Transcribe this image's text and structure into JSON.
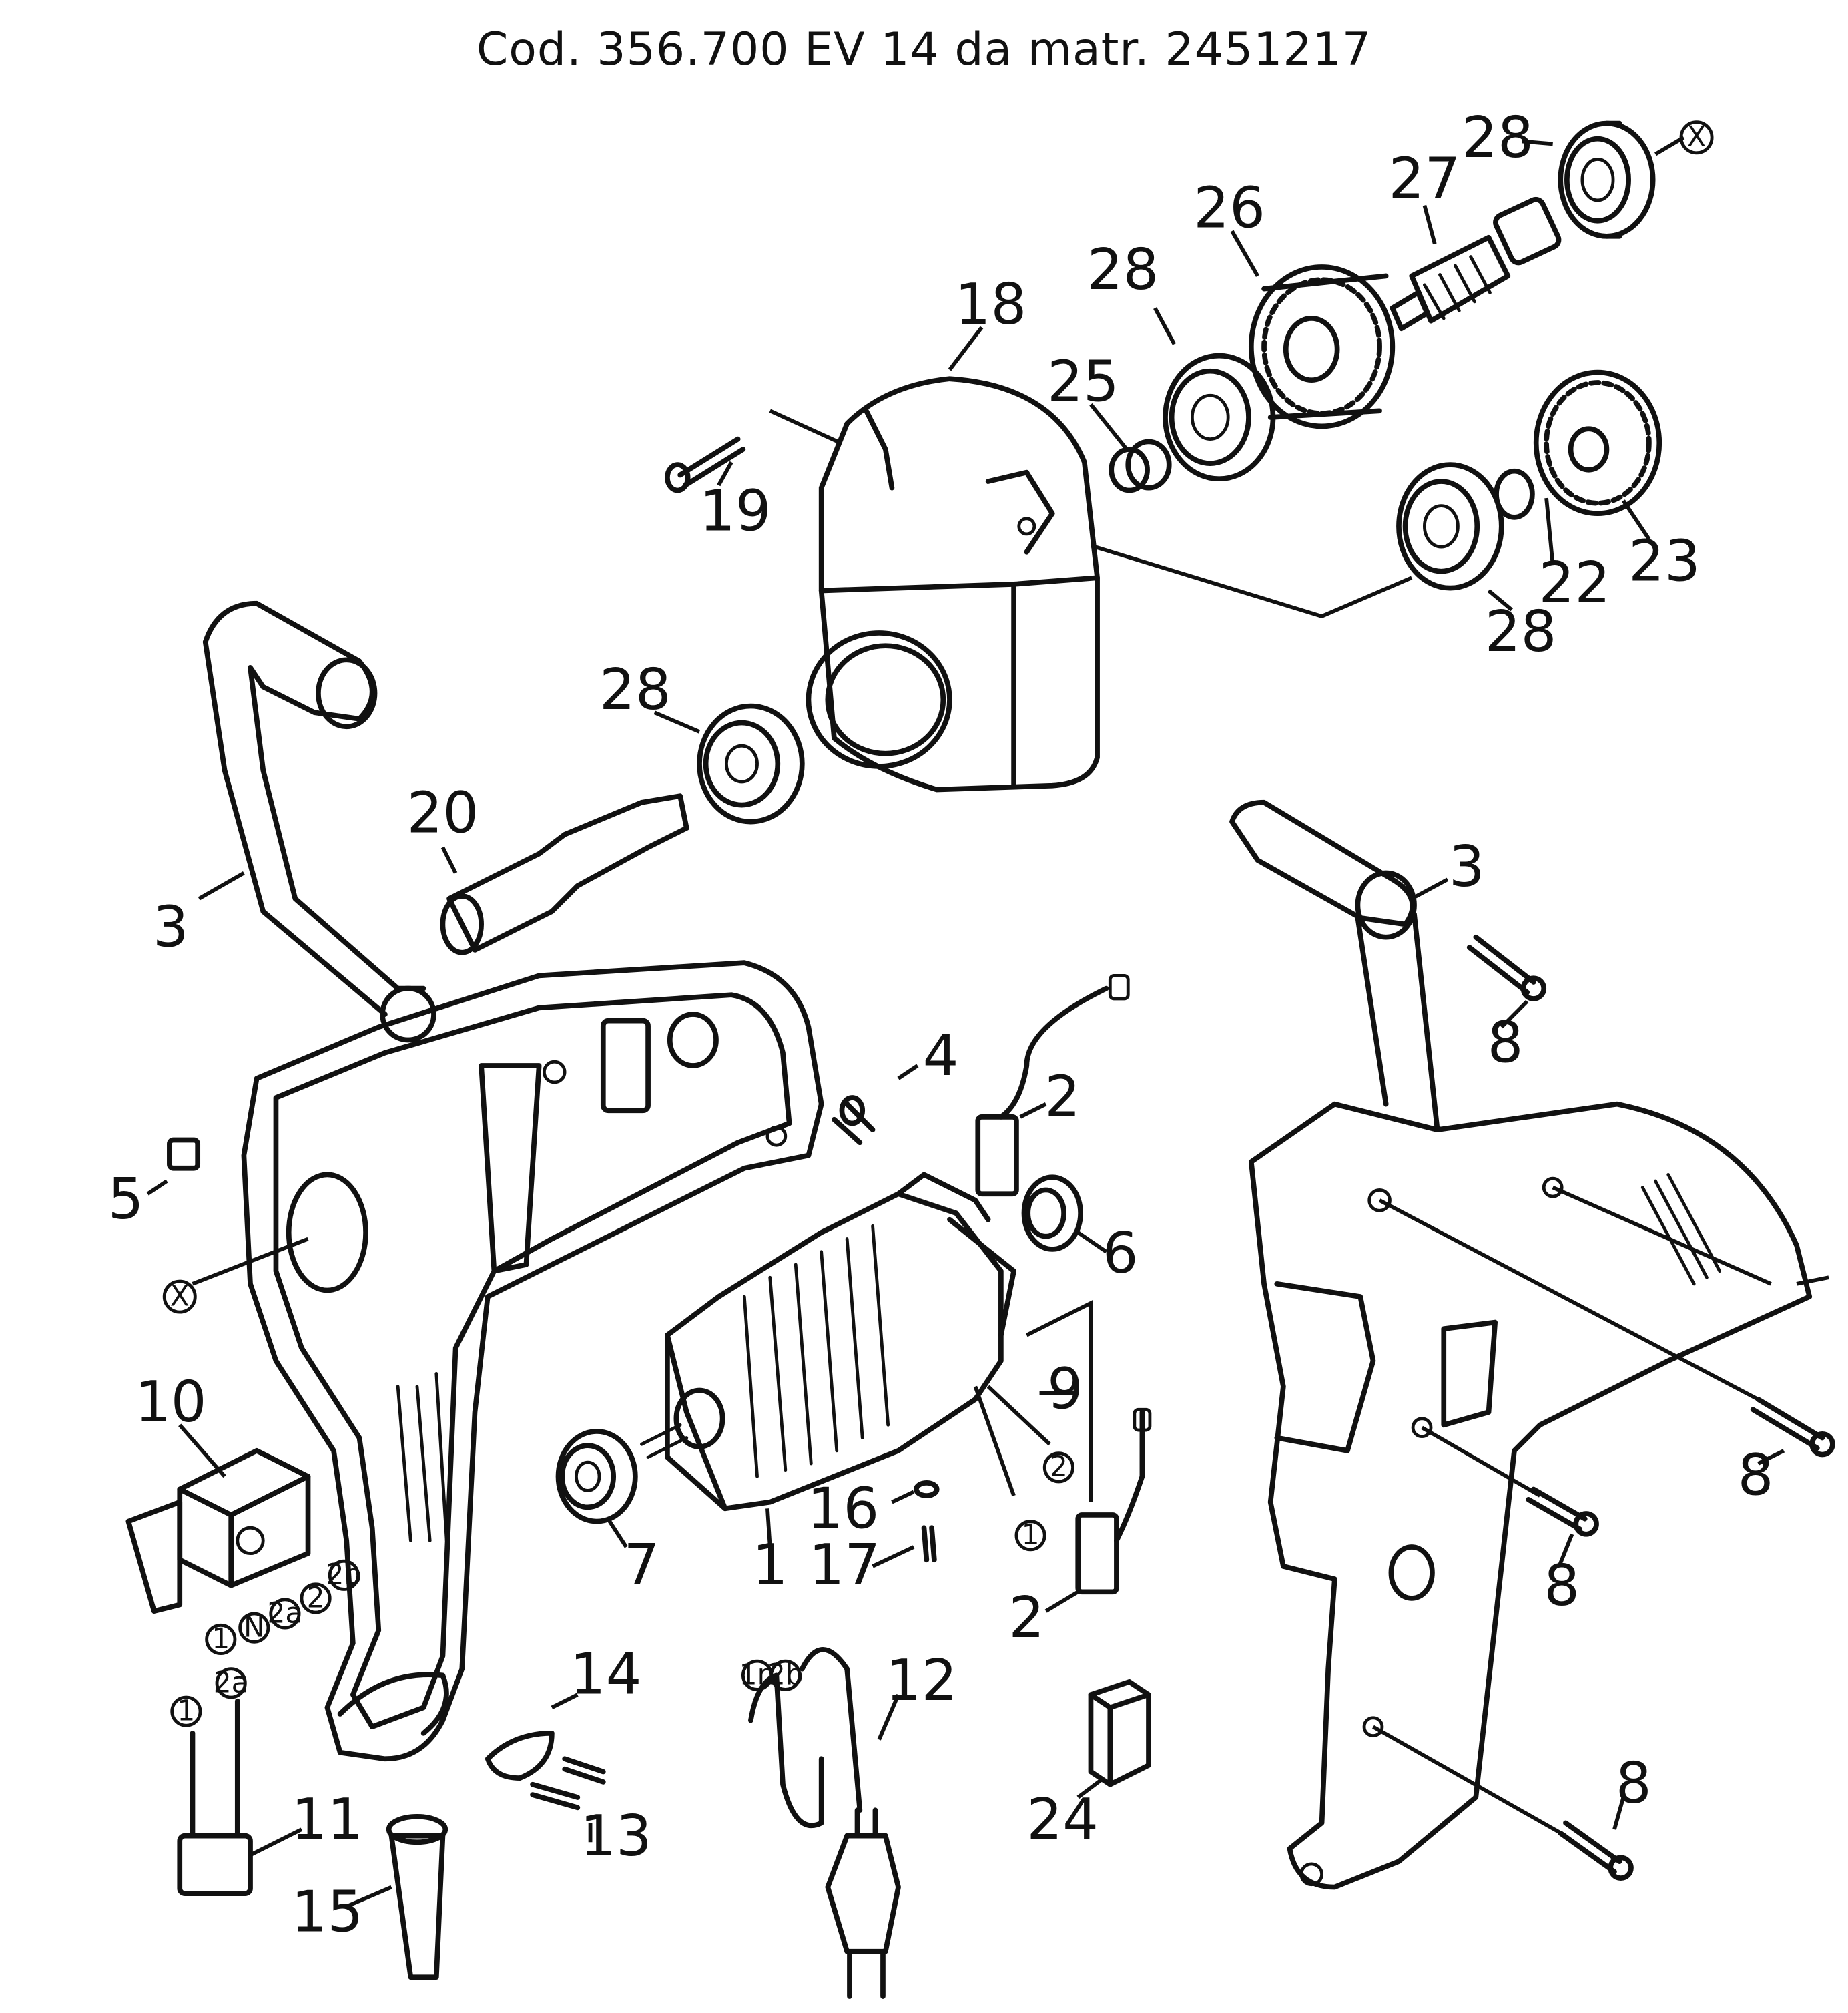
{
  "title": "Cod. 356.700 EV 14 da matr. 2451217",
  "parts": {
    "p1": "1",
    "p2a": "2",
    "p2b": "2",
    "p3a": "3",
    "p3b": "3",
    "p4": "4",
    "p5": "5",
    "p6": "6",
    "p7": "7",
    "p8a": "8",
    "p8b": "8",
    "p8c": "8",
    "p8d": "8",
    "p9": "9",
    "p10": "10",
    "p11": "11",
    "p12": "12",
    "p13": "13",
    "p14": "14",
    "p15": "15",
    "p16": "16",
    "p17": "17",
    "p18": "18",
    "p19": "19",
    "p20": "20",
    "p22": "22",
    "p23": "23",
    "p24": "24",
    "p25": "25",
    "p26": "26",
    "p27": "27",
    "p28a": "28",
    "p28b": "28",
    "p28c": "28",
    "p28d": "28"
  },
  "circled": {
    "x_top": "X",
    "x_left": "X",
    "c1_motor": "1",
    "c2_motor": "2",
    "c1_switch": "1",
    "cN_switch": "N",
    "c2a_switch": "2a",
    "c2_switch": "2",
    "c2b_switch": "2b",
    "c1_cap": "1",
    "c2a_cap": "2a",
    "c1n_plug": "1n",
    "c2b_plug": "2b"
  }
}
